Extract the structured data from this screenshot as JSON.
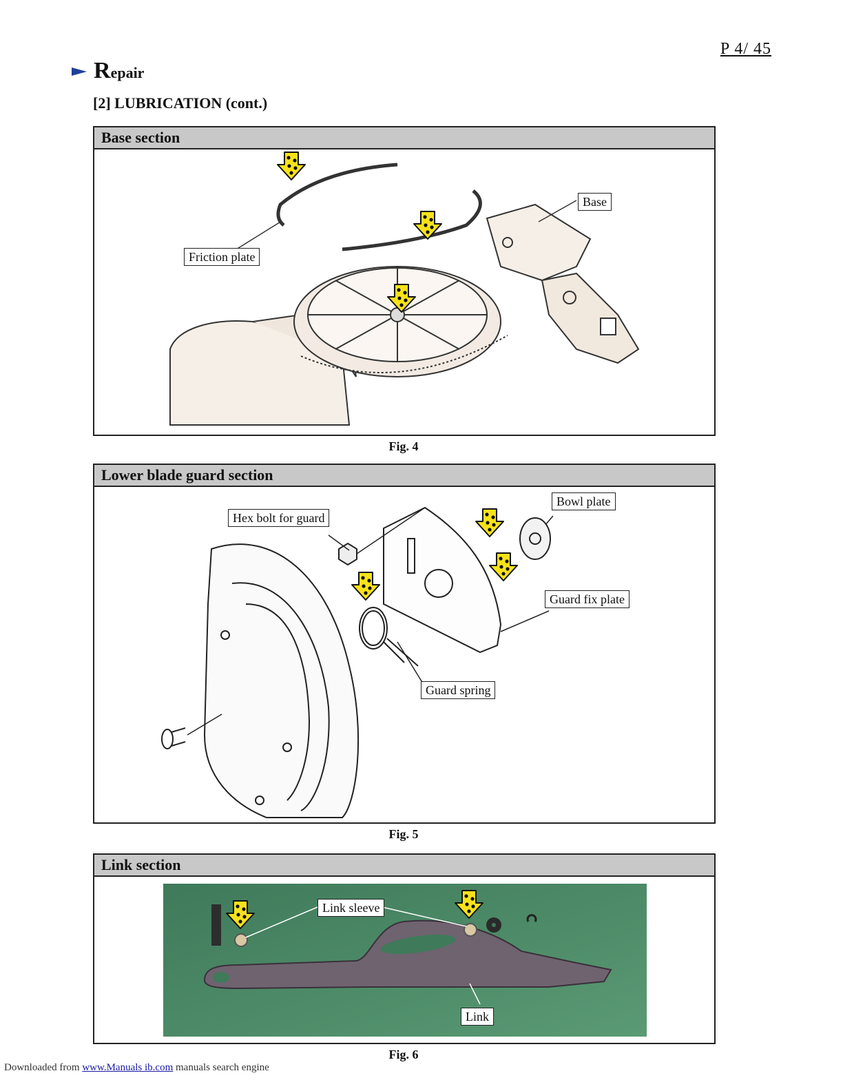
{
  "header": {
    "page_number": "P  4/ 45",
    "section_initial": "R",
    "section_rest": "epair",
    "subtitle": "[2] LUBRICATION (cont.)"
  },
  "figures": [
    {
      "heading": "Base section",
      "caption": "Fig. 4",
      "callouts": {
        "friction_plate": "Friction plate",
        "base": "Base"
      }
    },
    {
      "heading": "Lower blade guard section",
      "caption": "Fig. 5",
      "callouts": {
        "hex_bolt": "Hex bolt for guard",
        "bowl_plate": "Bowl plate",
        "guard_fix_plate": "Guard fix plate",
        "guard_spring": "Guard spring"
      }
    },
    {
      "heading": "Link section",
      "caption": "Fig. 6",
      "callouts": {
        "link_sleeve": "Link sleeve",
        "link": "Link"
      }
    }
  ],
  "footer": {
    "prefix": "Downloaded from",
    "link_text": "www.Manuals ib.com",
    "suffix": "manuals search engine"
  },
  "colors": {
    "grease_arrow": "#f7e21a",
    "header_bar": "#c8c8c8",
    "accent": "#1f3f9a",
    "photo_bg": "#4f8a67"
  }
}
